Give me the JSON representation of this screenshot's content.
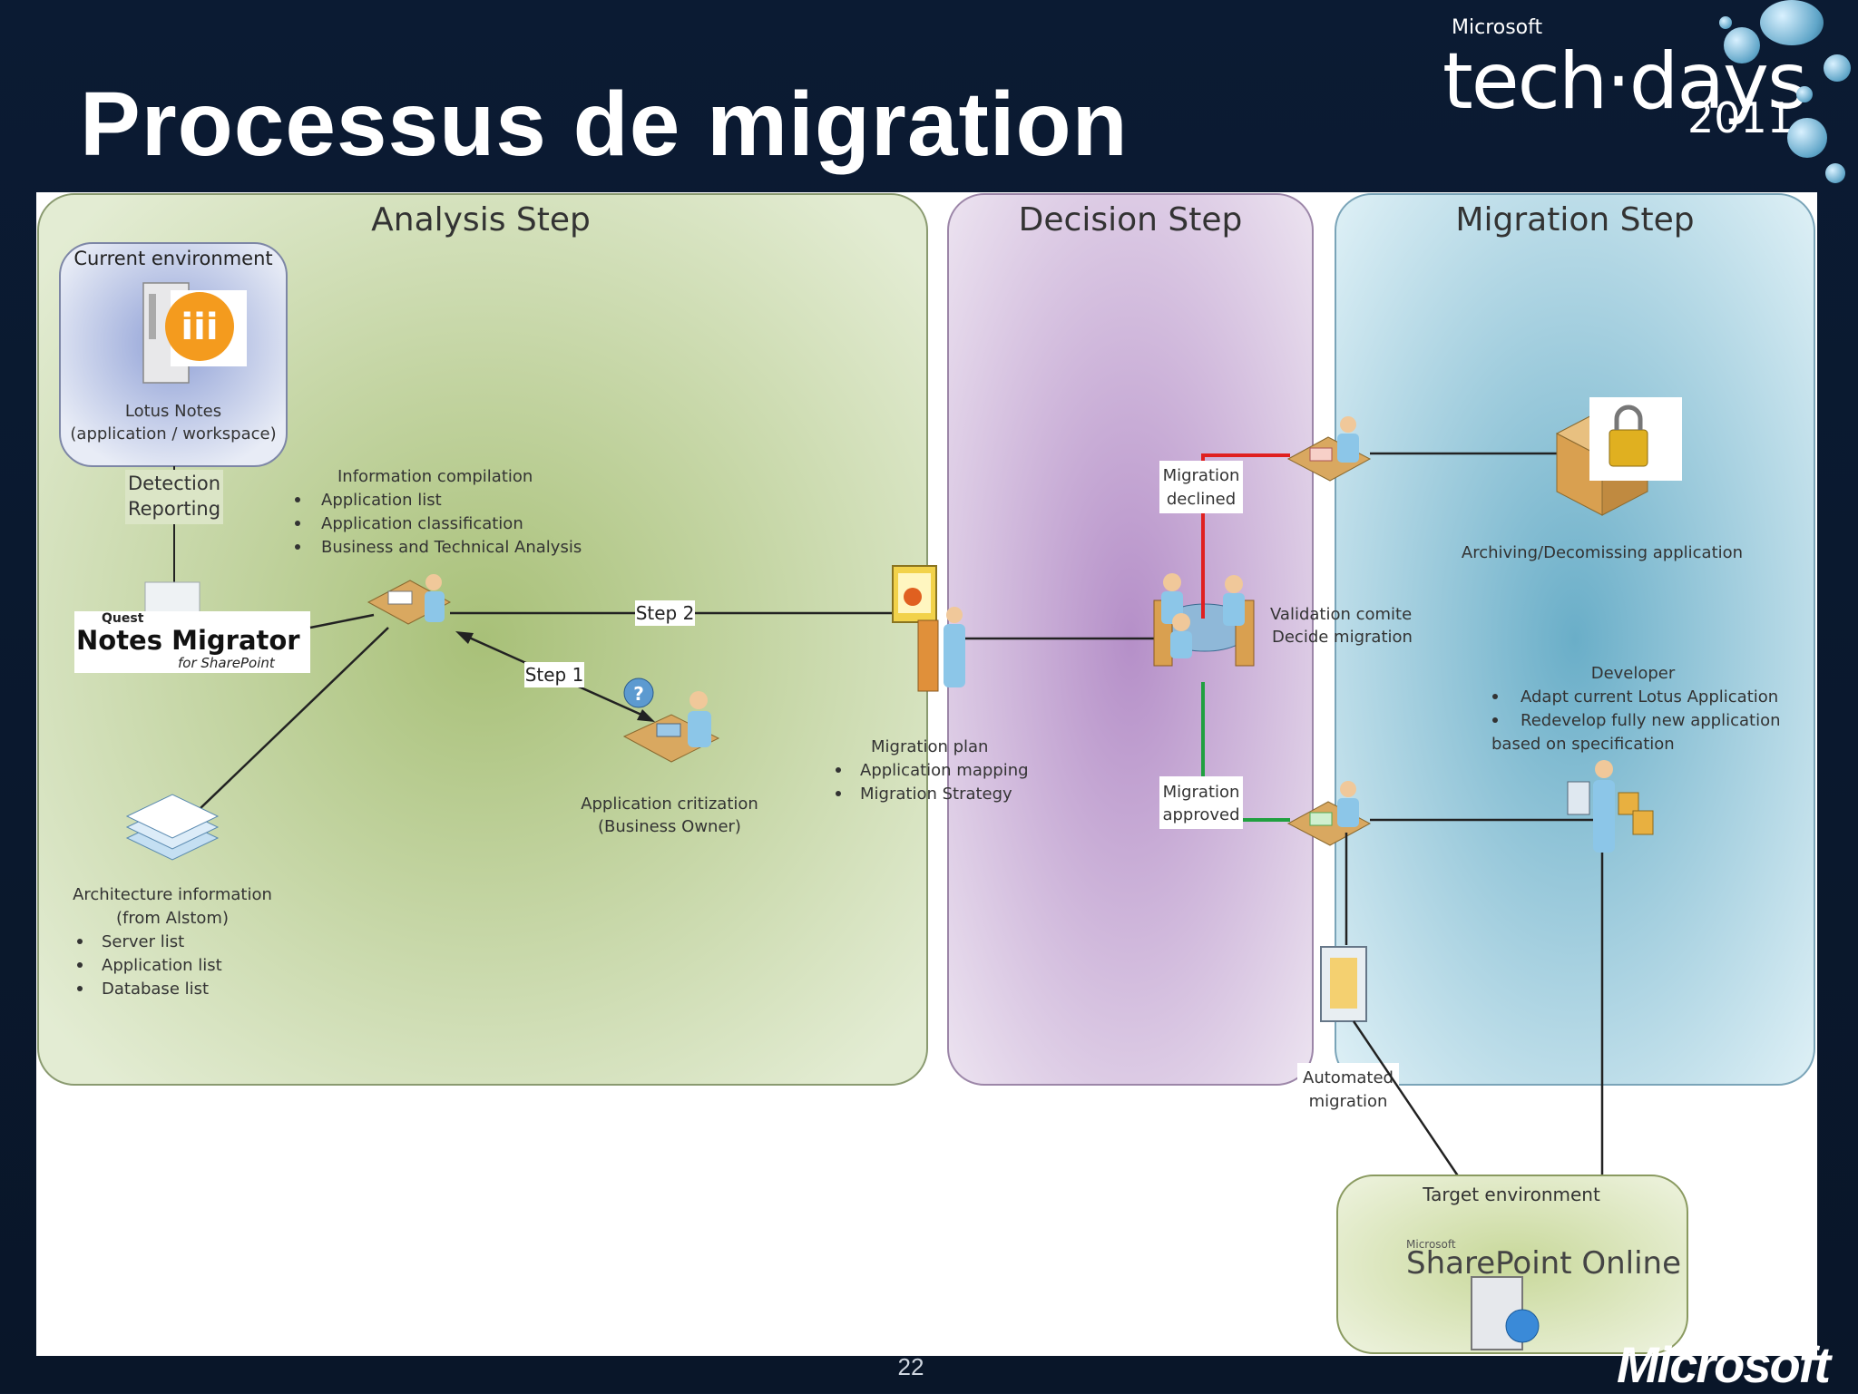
{
  "slide": {
    "title": "Processus de migration",
    "page_number": "22",
    "footer_brand": "Microsoft"
  },
  "logo": {
    "company": "Microsoft",
    "event": "tech·days",
    "year": "2011"
  },
  "diagram": {
    "phases": [
      {
        "label": "Analysis Step",
        "color": "#c9d8a8"
      },
      {
        "label": "Decision Step",
        "color": "#cbb6d6"
      },
      {
        "label": "Migration Step",
        "color": "#a9d0e0"
      }
    ],
    "current_env": {
      "title": "Current environment",
      "caption_line1": "Lotus Notes",
      "caption_line2": "(application / workspace)"
    },
    "detection": {
      "line1": "Detection",
      "line2": "Reporting"
    },
    "tool": {
      "brand": "Quest",
      "name": "Notes Migrator",
      "sub": "for SharePoint"
    },
    "info_compilation": {
      "title": "Information compilation",
      "items": [
        "Application list",
        "Application classification",
        "Business and Technical Analysis"
      ]
    },
    "step_labels": {
      "step1": "Step 1",
      "step2": "Step 2"
    },
    "app_criticization": {
      "line1": "Application critization",
      "line2": "(Business Owner)"
    },
    "architecture": {
      "line1": "Architecture information",
      "line2": "(from Alstom)",
      "items": [
        "Server list",
        "Application list",
        "Database list"
      ]
    },
    "migration_plan": {
      "title": "Migration plan",
      "items": [
        "Application mapping",
        "Migration Strategy"
      ]
    },
    "declined": {
      "line1": "Migration",
      "line2": "declined"
    },
    "approved": {
      "line1": "Migration",
      "line2": "approved"
    },
    "validation": {
      "line1": "Validation comite",
      "line2": "Decide migration"
    },
    "archiving": {
      "label": "Archiving/Decomissing application"
    },
    "developer": {
      "title": "Developer",
      "items": [
        "Adapt current Lotus Application",
        "Redevelop fully new application"
      ],
      "tail": "based on specification"
    },
    "automated": {
      "line1": "Automated",
      "line2": "migration"
    },
    "target_env": {
      "title": "Target environment",
      "product_brand": "Microsoft",
      "product": "SharePoint Online"
    },
    "colors": {
      "declined_line": "#e02020",
      "approved_line": "#20a040",
      "connector": "#222222"
    }
  }
}
